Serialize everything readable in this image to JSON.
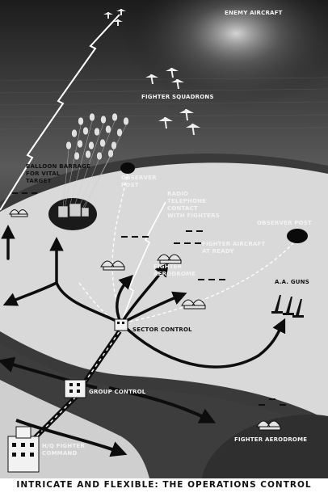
{
  "labels": {
    "enemy_aircraft": "ENEMY AIRCRAFT",
    "fighter_squadrons": "FIGHTER SQUADRONS",
    "balloon_barrage": "BALLOON BARRAGE\nFOR VITAL\nTARGET",
    "observer_post_left": "OBSERVER\nPOST",
    "radio_telephone": "RADIO\nTELEPHONE\nCONTACT\nWITH FIGHTERS",
    "observer_post_right": "OBSERVER POST",
    "fighter_aircraft_ready": "FIGHTER AIRCRAFT\nAT READY",
    "fighter_aerodrome_centre": "FIGHTER\nAERODROME",
    "aa_guns": "A.A. GUNS",
    "sector_control": "SECTOR CONTROL",
    "group_control": "GROUP CONTROL",
    "hq_fighter_command": "H/Q FIGHTER\nCOMMAND",
    "fighter_aerodrome_bottom": "FIGHTER AERODROME"
  },
  "caption": "INTRICATE AND FLEXIBLE: THE OPERATIONS CONTROL",
  "colors": {
    "sky_dark": "#2b2b2b",
    "land_light": "#d9d9d9",
    "band_dark": "#3a3a3a",
    "arrow": "#0d0d0d",
    "text_light": "#f2f2f2",
    "text_dark": "#111111"
  }
}
